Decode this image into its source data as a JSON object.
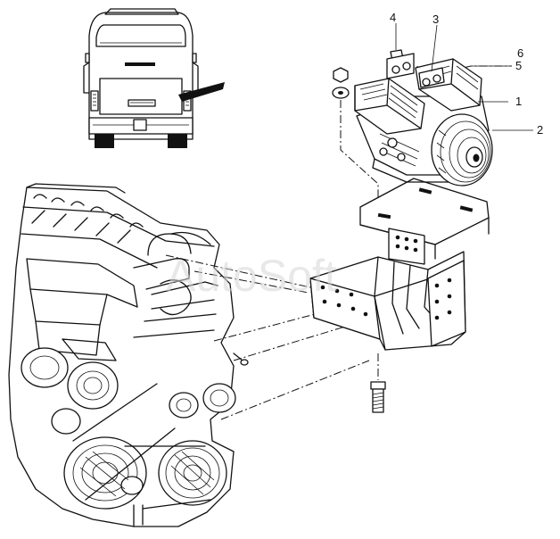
{
  "callouts": [
    {
      "label": "1"
    },
    {
      "label": "2"
    },
    {
      "label": "3"
    },
    {
      "label": "4"
    },
    {
      "label": "5"
    },
    {
      "label": "6"
    }
  ],
  "watermark": "AutoSoft",
  "colors": {
    "line": "#111111",
    "background": "#ffffff",
    "watermark": "#d7d7d7"
  }
}
